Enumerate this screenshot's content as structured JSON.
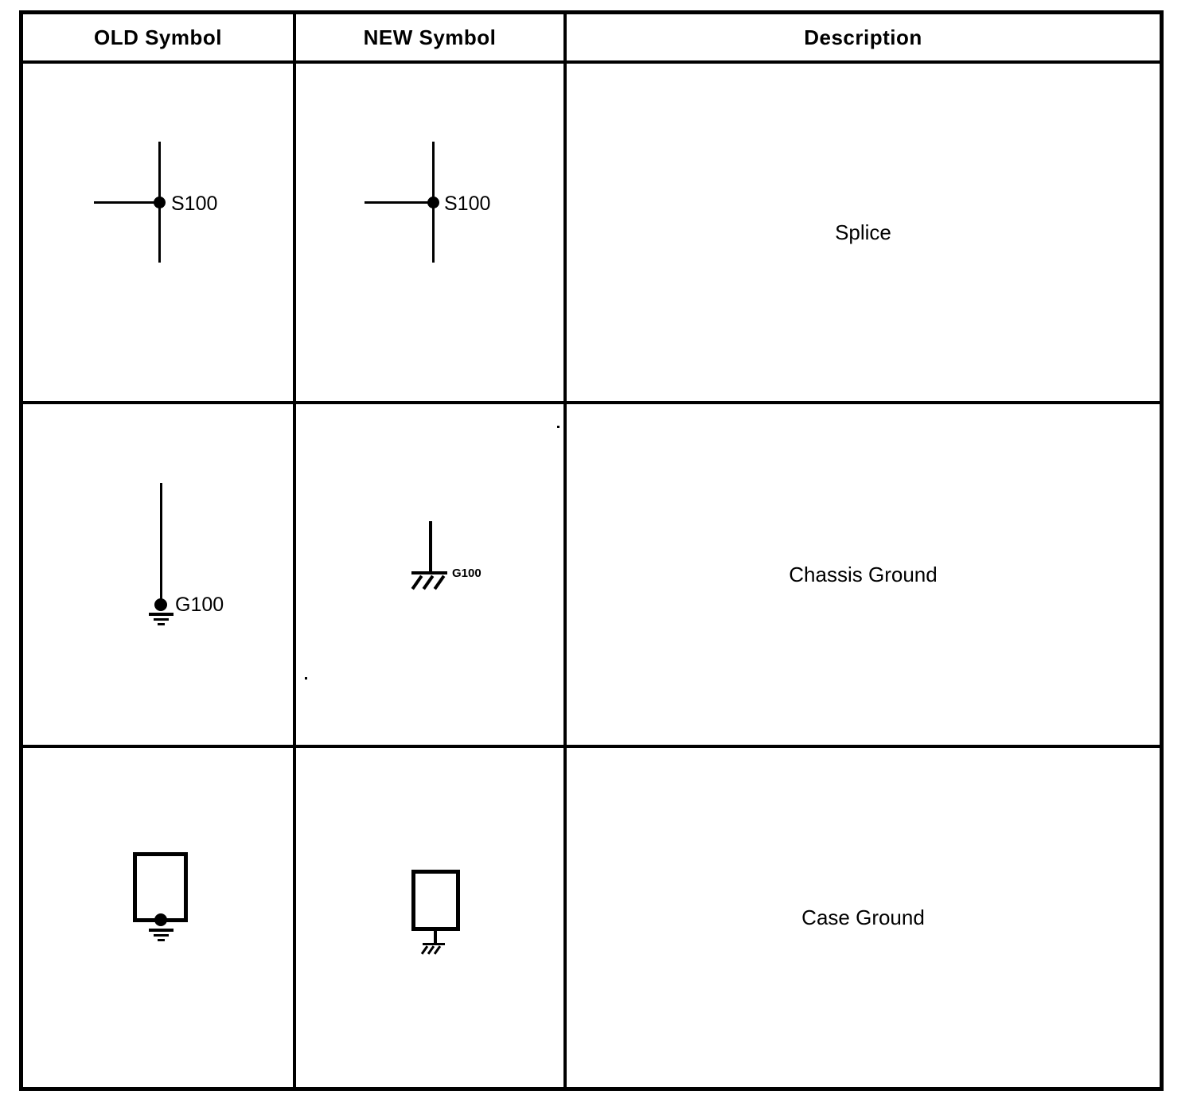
{
  "table": {
    "headers": [
      "OLD Symbol",
      "NEW Symbol",
      "Description"
    ],
    "rows": [
      {
        "description": "Splice",
        "old": {
          "label": "S100",
          "symbol": "splice-junction-dot-icon"
        },
        "new": {
          "label": "S100",
          "symbol": "splice-junction-dot-icon"
        }
      },
      {
        "description": "Chassis Ground",
        "old": {
          "label": "G100",
          "symbol": "wire-earth-ground-dot-icon"
        },
        "new": {
          "label": "G100",
          "symbol": "wire-chassis-ground-icon"
        }
      },
      {
        "description": "Case Ground",
        "old": {
          "label": "",
          "symbol": "case-earth-ground-dot-icon"
        },
        "new": {
          "label": "",
          "symbol": "case-chassis-ground-icon"
        }
      }
    ]
  }
}
